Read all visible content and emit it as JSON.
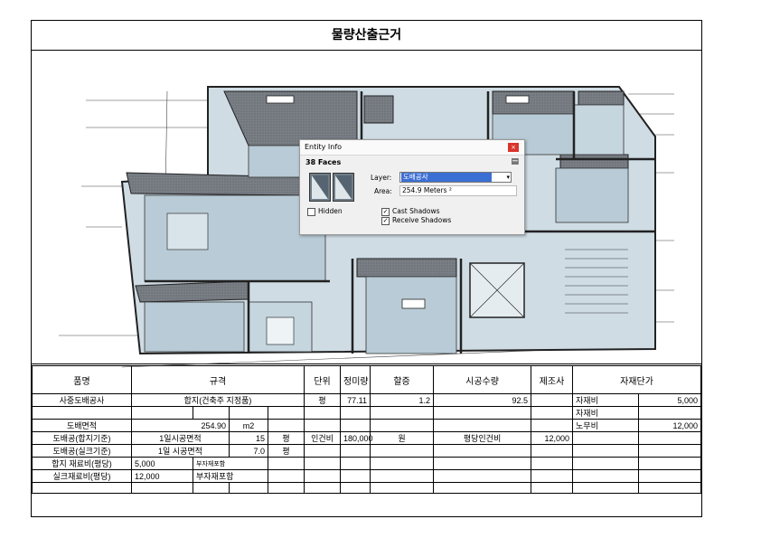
{
  "sheet": {
    "title": "물량산출근거"
  },
  "entity_info": {
    "title": "Entity Info",
    "close": "×",
    "face_count": "38 Faces",
    "layer_label": "Layer:",
    "layer_value": "도배공사",
    "area_label": "Area:",
    "area_value": "254.9 Meters ²",
    "hidden_label": "Hidden",
    "cast_shadows_label": "Cast Shadows",
    "receive_shadows_label": "Receive Shadows",
    "hidden_checked": false,
    "cast_shadows_checked": true,
    "receive_shadows_checked": true,
    "check_mark": "✓",
    "dropdown_arrow": "▾"
  },
  "table": {
    "headers": {
      "item": "품명",
      "spec": "규격",
      "unit": "단위",
      "net_qty": "정미량",
      "surcharge": "할증",
      "qty": "시공수량",
      "maker": "제조사",
      "unit_price": "자재단가"
    },
    "r1": {
      "item": "사중도배공사",
      "spec": "합지(건축주 지정품)",
      "unit": "평",
      "net_qty": "77.11",
      "surcharge": "1.2",
      "qty": "92.5",
      "price_label": "자재비",
      "price": "5,000"
    },
    "r2": {
      "price_label": "자재비"
    },
    "r3": {
      "item": "도배면적",
      "value": "254.90",
      "unit": "m2",
      "price_label": "노무비",
      "price": "12,000"
    },
    "r4": {
      "item": "도배공(합지기준)",
      "desc": "1일시공면적",
      "value": "15",
      "unit": "평",
      "labor_label": "인건비",
      "labor_value": "180,000",
      "labor_unit": "원",
      "per_pyeong_label": "평당인건비",
      "per_pyeong_value": "12,000"
    },
    "r5": {
      "item": "도배공(실크기준)",
      "desc": "1일 시공면적",
      "value": "7.0",
      "unit": "평"
    },
    "r6": {
      "item": "합지 재료비(평당)",
      "value": "5,000",
      "note": "부자재포함"
    },
    "r7": {
      "item": "실크재료비(평당)",
      "value": "12,000",
      "note": "부자재포함"
    }
  }
}
